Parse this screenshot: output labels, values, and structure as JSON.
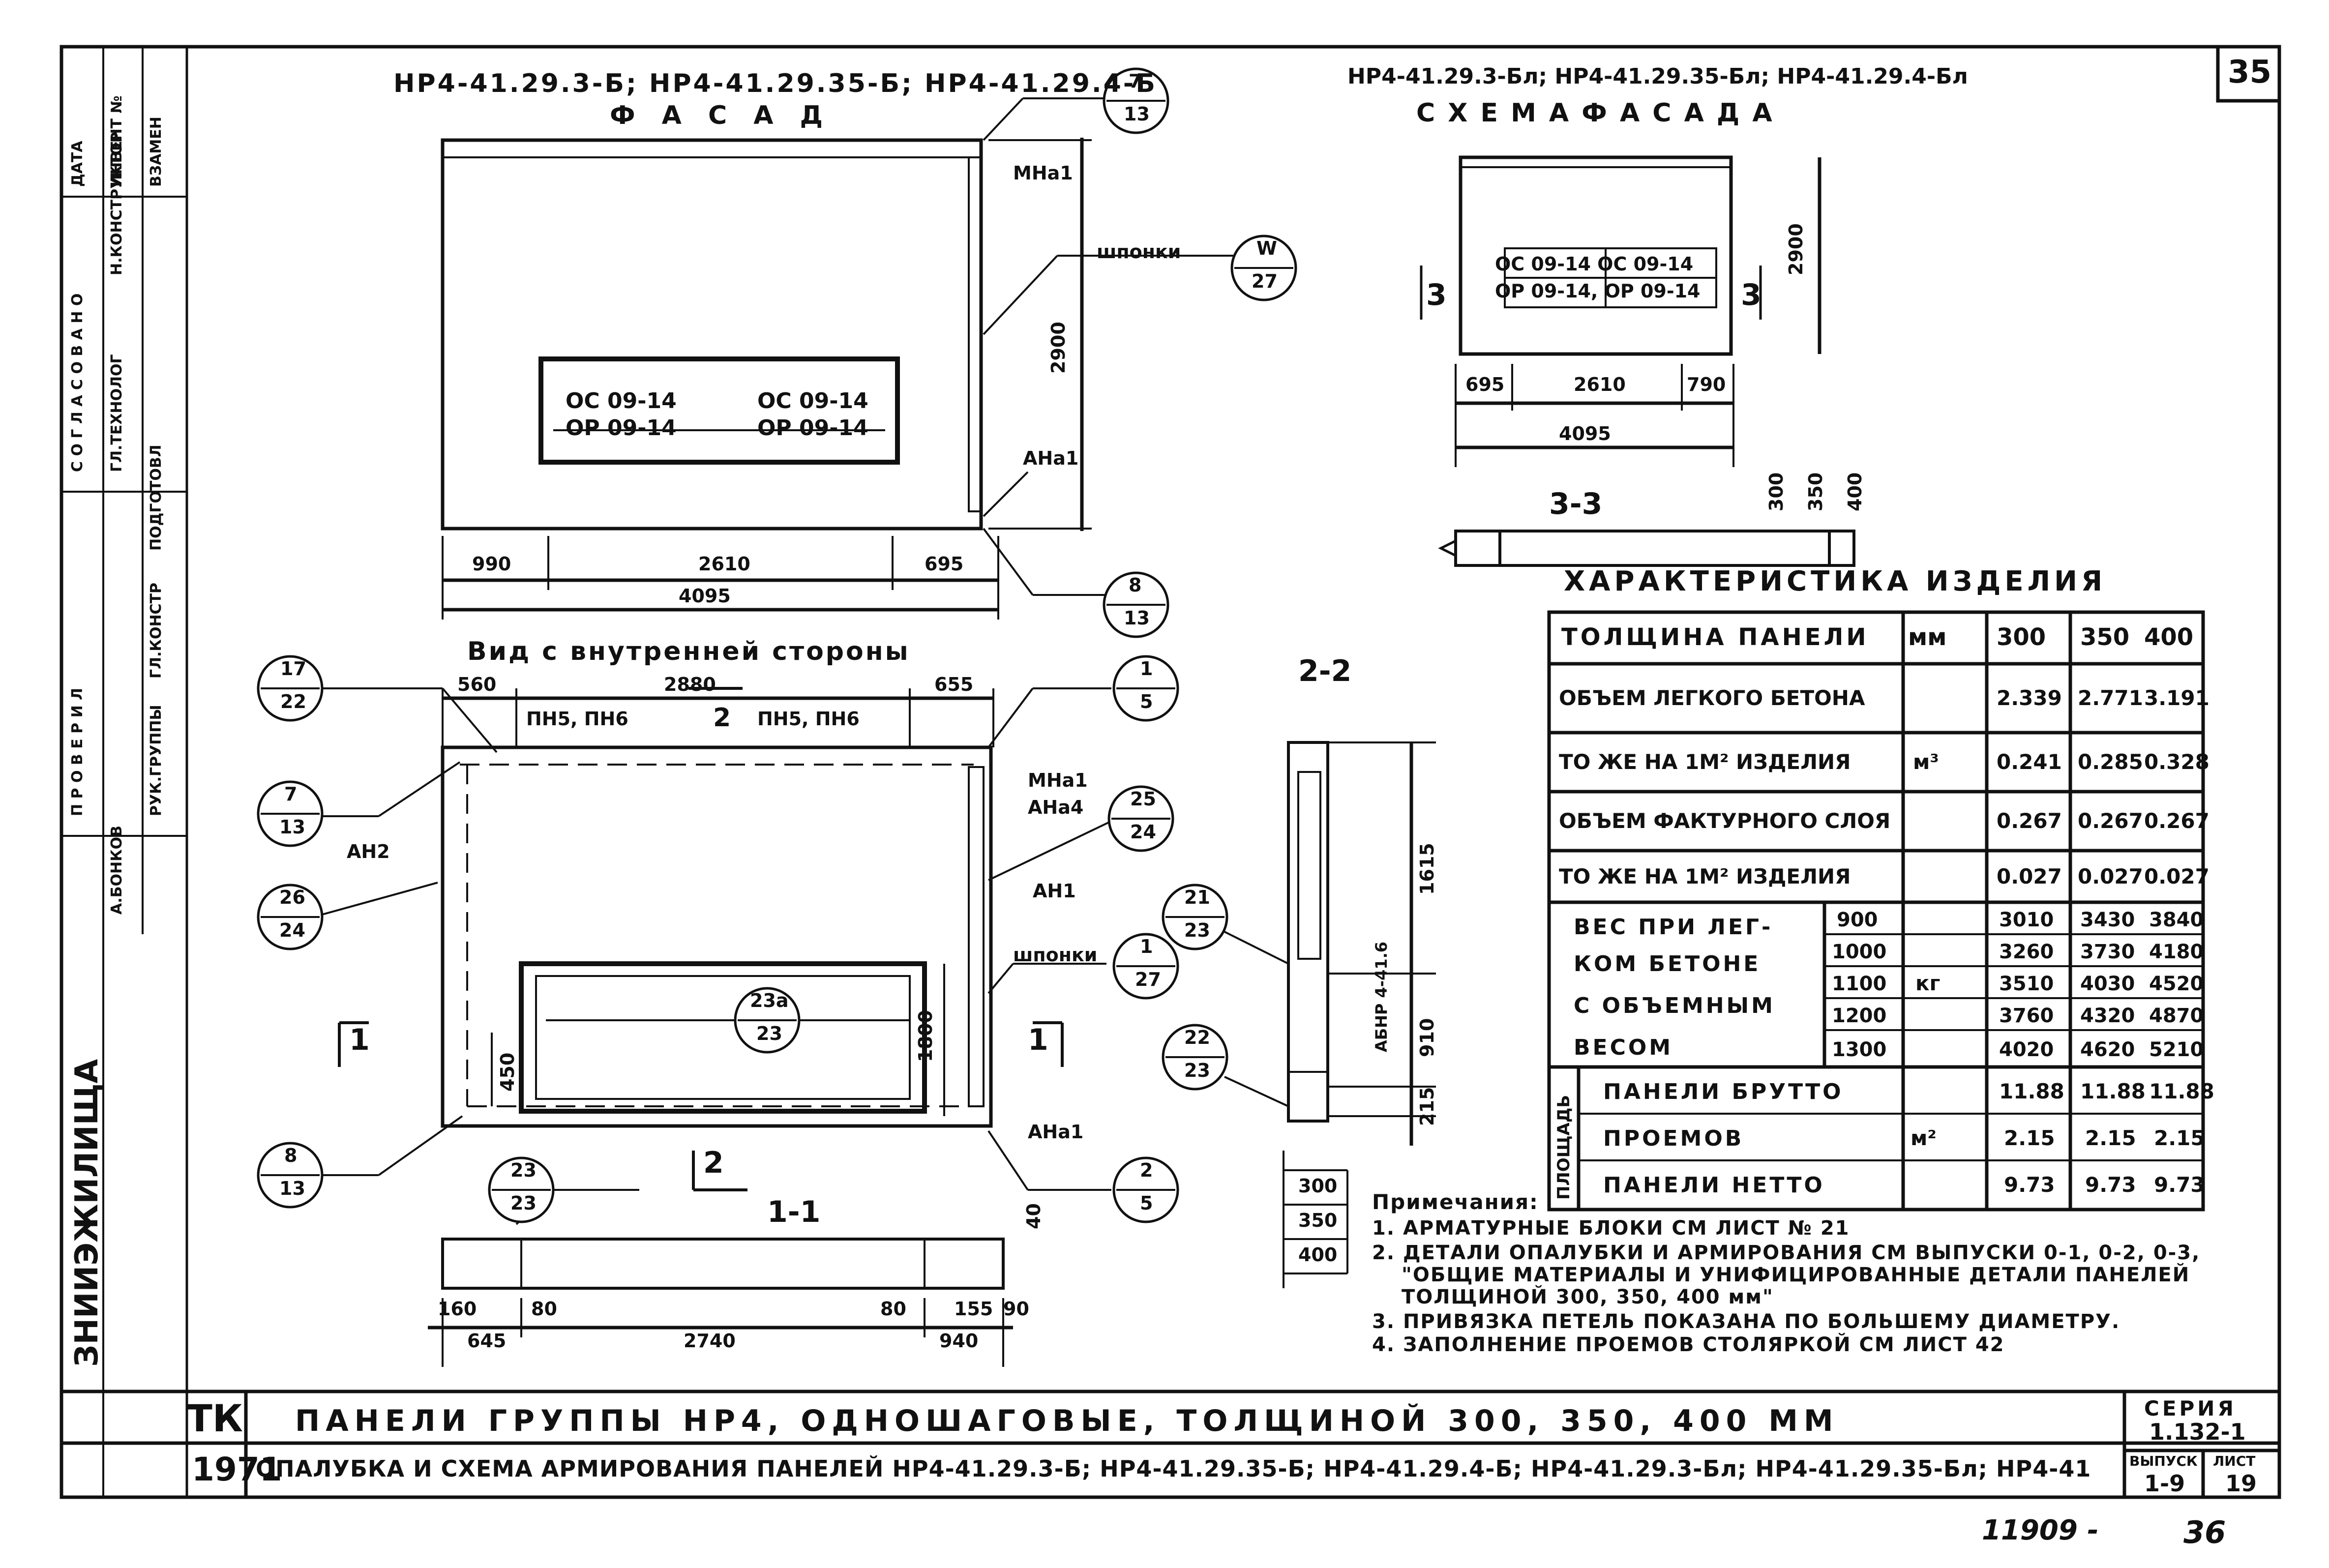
{
  "page_number": "35",
  "left_strip": {
    "header": "С О Г Л А С О В А Н О",
    "role1": "ГЛ.ТЕХНОЛОГ",
    "role2": "Н.КОНСТРУКТОР",
    "date_col": "ДАТА",
    "inv_col": "ИНВЕНТ №",
    "swap_col": "ВЗАМЕН",
    "checked_header": "П Р О В Е Р И Л",
    "roles": [
      "РУК.ГРУППЫ",
      "ГЛ.КОНСТР",
      "ПОДГОТОВЛ"
    ],
    "names": [
      "А.БОНКОВ"
    ],
    "sheet_header": "ЗНИИЭЖИЛИЩА"
  },
  "facade": {
    "title": "НР4-41.29.3-Б; НР4-41.29.35-Б; НР4-41.29.4-Б",
    "subtitle": "Ф А С А Д",
    "window_text_1": "ОС 09-14",
    "window_text_2": "ОР 09-14",
    "window_text_3": "ОС 09-14",
    "window_text_4": "ОР 09-14",
    "dims": [
      "990",
      "2610",
      "695",
      "4095",
      "2900"
    ],
    "labels": [
      "МНа1",
      "шпонки",
      "АНа1"
    ],
    "callouts": [
      [
        "7",
        "13"
      ],
      [
        "W",
        "27"
      ],
      [
        "8",
        "13"
      ]
    ]
  },
  "scheme": {
    "title": "НР4-41.29.3-Бл; НР4-41.29.35-Бл; НР4-41.29.4-Бл",
    "subtitle": "С Х Е М А   Ф А С А Д А",
    "win1": "ОС 09-14  ОС 09-14",
    "win2": "ОР 09-14, ОР 09-14",
    "marks": [
      "3",
      "3"
    ],
    "dims": [
      "695",
      "2610",
      "790",
      "4095",
      "2900"
    ]
  },
  "section33": {
    "title": "3-3",
    "dims": [
      "300",
      "350",
      "400"
    ]
  },
  "inner": {
    "title": "Вид с внутренней стороны",
    "dims": [
      "560",
      "2880",
      "655",
      "1800",
      "450"
    ],
    "labels": [
      "ПН5, ПН6",
      "2",
      "ПН5, ПН6",
      "МНа1",
      "АНа4",
      "АН1",
      "шпонки",
      "АНа1",
      "АН2",
      "1",
      "1",
      "2"
    ],
    "callouts": [
      [
        "17",
        "22"
      ],
      [
        "7",
        "13"
      ],
      [
        "26",
        "24"
      ],
      [
        "8",
        "13"
      ],
      [
        "1",
        "5"
      ],
      [
        "25",
        "24"
      ],
      [
        "1",
        "27"
      ],
      [
        "2",
        "5"
      ],
      [
        "23a",
        "23"
      ]
    ]
  },
  "section22": {
    "title": "2-2",
    "dims": [
      "1615",
      "910",
      "215",
      "300",
      "350",
      "400"
    ],
    "label": "АБНР 4-41.6",
    "callouts": [
      [
        "21",
        "23"
      ],
      [
        "22",
        "23"
      ]
    ]
  },
  "section11": {
    "title": "1-1",
    "dims": [
      "160",
      "645",
      "80",
      "2740",
      "80",
      "155",
      "90",
      "940",
      "40"
    ],
    "callout": [
      "23",
      "23"
    ]
  },
  "characteristics": {
    "title": "ХАРАКТЕРИСТИКА ИЗДЕЛИЯ",
    "head": [
      "ТОЛЩИНА ПАНЕЛИ",
      "мм",
      "300",
      "350",
      "400"
    ],
    "rows": [
      {
        "label": "ОБЪЕМ ЛЕГКОГО БЕТОНА",
        "unit": "",
        "v": [
          "2.339",
          "2.771",
          "3.191"
        ]
      },
      {
        "label": "ТО ЖЕ НА 1М² ИЗДЕЛИЯ",
        "unit": "м³",
        "v": [
          "0.241",
          "0.285",
          "0.328"
        ]
      },
      {
        "label": "ОБЪЕМ ФАКТУРНОГО СЛОЯ",
        "unit": "",
        "v": [
          "0.267",
          "0.267",
          "0.267"
        ]
      },
      {
        "label": "ТО ЖЕ НА 1М² ИЗДЕЛИЯ",
        "unit": "",
        "v": [
          "0.027",
          "0.027",
          "0.027"
        ]
      }
    ],
    "weight_label": [
      "ВЕС ПРИ ЛЕГ-",
      "КОМ БЕТОНЕ",
      "С ОБЪЕМНЫМ",
      "ВЕСОМ"
    ],
    "weight_unit": "кг",
    "weight_rows": [
      {
        "d": "900",
        "v": [
          "3010",
          "3430",
          "3840"
        ]
      },
      {
        "d": "1000",
        "v": [
          "3260",
          "3730",
          "4180"
        ]
      },
      {
        "d": "1100",
        "v": [
          "3510",
          "4030",
          "4520"
        ]
      },
      {
        "d": "1200",
        "v": [
          "3760",
          "4320",
          "4870"
        ]
      },
      {
        "d": "1300",
        "v": [
          "4020",
          "4620",
          "5210"
        ]
      }
    ],
    "area_label": "ПЛОЩАДЬ",
    "area_unit": "м²",
    "area_rows": [
      {
        "label": "ПАНЕЛИ БРУТТО",
        "v": [
          "11.88",
          "11.88",
          "11.88"
        ]
      },
      {
        "label": "ПРОЕМОВ",
        "v": [
          "2.15",
          "2.15",
          "2.15"
        ]
      },
      {
        "label": "ПАНЕЛИ НЕТТО",
        "v": [
          "9.73",
          "9.73",
          "9.73"
        ]
      }
    ]
  },
  "notes": {
    "title": "Примечания:",
    "lines": [
      "1. АРМАТУРНЫЕ БЛОКИ СМ ЛИСТ № 21",
      "2. ДЕТАЛИ ОПАЛУБКИ И АРМИРОВАНИЯ СМ ВЫПУСКИ 0-1, 0-2, 0-3,",
      "\"ОБЩИЕ МАТЕРИАЛЫ И УНИФИЦИРОВАННЫЕ ДЕТАЛИ ПАНЕЛЕЙ",
      "ТОЛЩИНОЙ 300, 350, 400 мм\"",
      "3. ПРИВЯЗКА ПЕТЕЛЬ ПОКАЗАНА ПО БОЛЬШЕМУ ДИАМЕТРУ.",
      "4. ЗАПОЛНЕНИЕ ПРОЕМОВ СТОЛЯРКОЙ СМ ЛИСТ 42"
    ]
  },
  "title_block": {
    "tk": "ТК",
    "year": "1971",
    "line1": "ПАНЕЛИ  ГРУППЫ НР4, ОДНОШАГОВЫЕ, ТОЛЩИНОЙ 300, 350, 400 ММ",
    "line2": "ОПАЛУБКА И СХЕМА АРМИРОВАНИЯ ПАНЕЛЕЙ НР4-41.29.3-Б; НР4-41.29.35-Б; НР4-41.29.4-Б; НР4-41.29.3-Бл; НР4-41.29.35-Бл; НР4-41",
    "series_label": "СЕРИЯ",
    "series": "1.132-1",
    "issue_label": "ВЫПУСК",
    "issue": "1-9",
    "sheet_label": "ЛИСТ",
    "sheet": "19"
  },
  "footer": {
    "left": "11909 -",
    "right": "36"
  }
}
